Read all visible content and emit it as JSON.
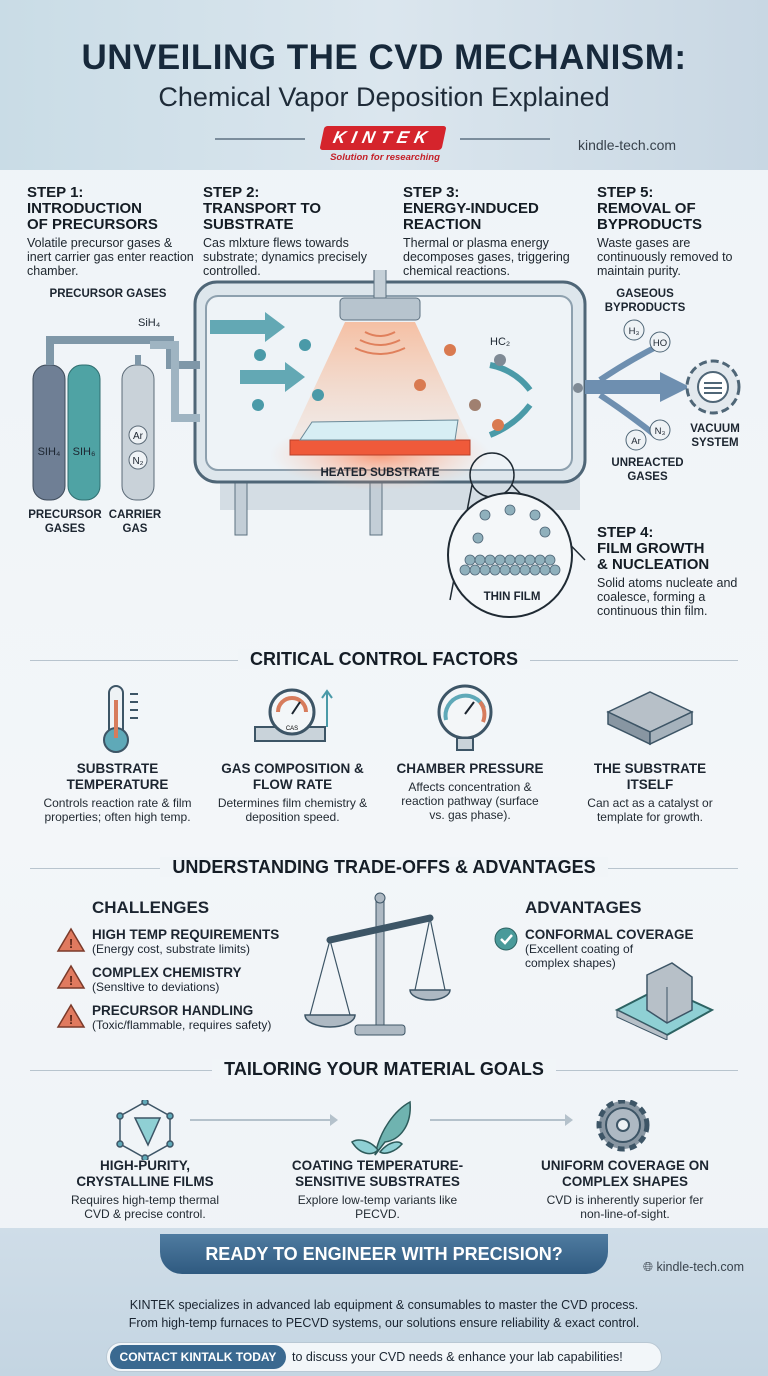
{
  "header": {
    "title": "UNVEILING THE CVD MECHANISM:",
    "subtitle": "Chemical Vapor Deposition Explained",
    "logo_text": "KINTEK",
    "tagline": "Solution for researching",
    "website": "kindle-tech.com"
  },
  "steps": [
    {
      "title": [
        "STEP 1:",
        "INTRODUCTION",
        "OF PRECURSORS"
      ],
      "desc": "Volatile precursor gases & inert carrier gas enter reaction chamber."
    },
    {
      "title": [
        "STEP 2:",
        "TRANSPORT TO",
        "SUBSTRATE"
      ],
      "desc": "Cas mlxture flews towards substrate; dynamics precisely controlled."
    },
    {
      "title": [
        "STEP 3:",
        "ENERGY-INDUCED",
        "REACTION"
      ],
      "desc": "Thermal or plasma energy decomposes gases, triggering chemical reactions."
    },
    {
      "title": [
        "STEP 5:",
        "REMOVAL OF",
        "BYPRODUCTS"
      ],
      "desc": "Waste gases are continuously removed to maintain purity."
    },
    {
      "title": [
        "STEP 4:",
        "FILM GROWTH",
        "& NUCLEATION"
      ],
      "desc": "Solid atoms nucleate and coalesce, forming a continuous thin film."
    }
  ],
  "diagram": {
    "precursor_gases_top": "PRECURSOR GASES",
    "sih4": "SiH₄",
    "cyl1": "SIH₄",
    "cyl2": "SIH₆",
    "ar": "Ar",
    "n2": "N₂",
    "precursor_gases": "PRECURSOR GASES",
    "carrier_gas": "CARRIER GAS",
    "hc2": "HC₂",
    "heated_substrate": "HEATED SUBSTRATE",
    "gaseous_byproducts": "GASEOUS BYPRODUCTS",
    "h3": "H₃",
    "ho": "HO",
    "vacuum_system": "VACUUM SYSTEM",
    "ar2": "Ar",
    "n3": "N₃",
    "unreacted_gases": "UNREACTED GASES",
    "thin_film": "THIN FILM",
    "gauge_label": "CAS"
  },
  "factors": {
    "heading": "CRITICAL CONTROL FACTORS",
    "items": [
      {
        "title": "SUBSTRATE TEMPERATURE",
        "desc": "Controls reaction rate & film properties; often high temp.",
        "icon": "thermometer-icon"
      },
      {
        "title": "GAS COMPOSITION & FLOW RATE",
        "desc": "Determines film chemistry & deposition speed.",
        "icon": "flow-gauge-icon"
      },
      {
        "title": "CHAMBER PRESSURE",
        "desc": "Affects concentration & reaction pathway (surface vs. gas phase).",
        "icon": "pressure-gauge-icon"
      },
      {
        "title": "THE SUBSTRATE ITSELF",
        "desc": "Can act as a catalyst or template for growth.",
        "icon": "substrate-block-icon"
      }
    ]
  },
  "tradeoffs": {
    "heading": "UNDERSTANDING TRADE-OFFS & ADVANTAGES",
    "challenges_title": "CHALLENGES",
    "challenges": [
      {
        "title": "HIGH TEMP REQUIREMENTS",
        "desc": "(Energy cost, substrate limits)"
      },
      {
        "title": "COMPLEX CHEMISTRY",
        "desc": "(Sensltive to deviations)"
      },
      {
        "title": "PRECURSOR HANDLING",
        "desc": "(Toxic/flammable, requires safety)"
      }
    ],
    "advantages_title": "ADVANTAGES",
    "advantages": [
      {
        "title": "CONFORMAL COVERAGE",
        "desc": "(Excellent coating of complex shapes)"
      }
    ],
    "colors": {
      "warning": "#e07a5f",
      "check": "#4a9a9a"
    }
  },
  "goals": {
    "heading": "TAILORING YOUR MATERIAL GOALS",
    "items": [
      {
        "title": "HIGH-PURITY, CRYSTALLINE FILMS",
        "desc": "Requires high-temp thermal CVD & precise control.",
        "icon": "crystal-icon"
      },
      {
        "title": "COATING TEMPERATURE-SENSITIVE SUBSTRATES",
        "desc": "Explore low-temp variants like PECVD.",
        "icon": "leaf-icon"
      },
      {
        "title": "UNIFORM COVERAGE ON COMPLEX SHAPES",
        "desc": "CVD is inherently superior fer non-line-of-sight.",
        "icon": "gear-icon"
      }
    ]
  },
  "cta": {
    "banner": "READY TO ENGINEER WITH PRECISION?",
    "website": "kindle-tech.com",
    "para1": "KINTEK specializes in advanced lab equipment & consumables to master the CVD process.",
    "para2": "From high-temp furnaces to PECVD systems, our solutions ensure reliability & exact control.",
    "button": "CONTACT KINTALK TODAY",
    "button_suffix": "to discuss your CVD needs & enhance your lab capabilities!"
  },
  "colors": {
    "navy": "#17293b",
    "brand_red": "#d5242c",
    "accent_teal": "#4a9aa8",
    "banner_blue": "#3a6990"
  }
}
